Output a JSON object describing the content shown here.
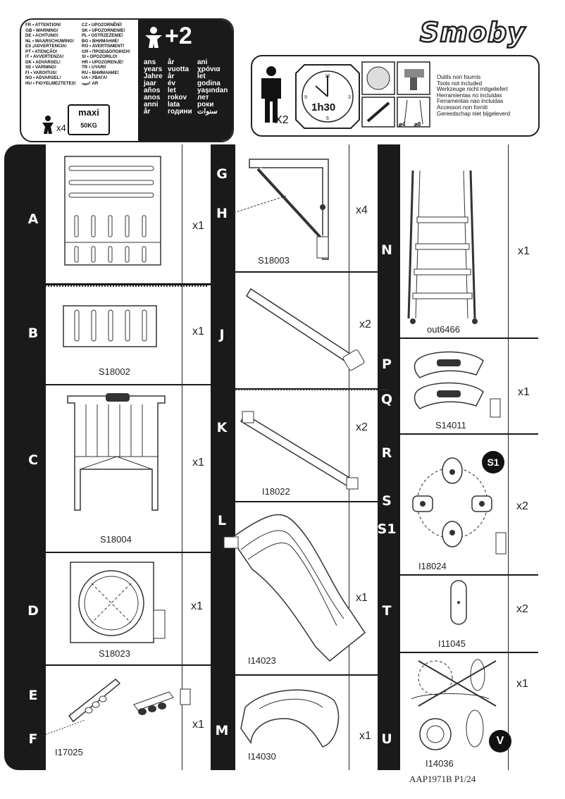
{
  "warnings_left": [
    "FR • ATTENTION!",
    "GB • WARNING!",
    "DE • ACHTUNG!",
    "NL • WAARSCHUWING!",
    "ES ¡ADVERTENCIA!",
    "PT • ATENÇÃO!",
    "IT • AVVERTENZA!",
    "DK • ADVARSEL!",
    "SE • VARNING!",
    "FI • VAROITUS!",
    "NO • ADVARSEL!",
    "HU • FIGYELMEZTETES!"
  ],
  "warnings_right": [
    "CZ • UPOZORNĚNÍ!",
    "SK • UPOZORNENIE!",
    "PL • OSTRZEŻENIE!",
    "BG • ВНИМАНИЕ!",
    "RO • AVERTISMENT!",
    "GR • ΠΡΟΕΙΔΟΠΟΙΗΣΗ!",
    "SI • OPOZORILO!",
    "HR • UPOZORENJE!",
    "TR • UYARI!",
    "RU • ВНИМАНИЕ!",
    "UA • УВАГА!",
    "تنبيه! AR"
  ],
  "age": {
    "label": "+2",
    "col1": [
      "ans",
      "years",
      "Jahre",
      "jaar",
      "años",
      "anos",
      "anni",
      "år"
    ],
    "col2": [
      "år",
      "vuotta",
      "år",
      "év",
      "let",
      "rokov",
      "lata",
      "години"
    ],
    "col3": [
      "ani",
      "χρόνια",
      "let",
      "godina",
      "yaşından",
      "лет",
      "роки",
      "سنوات"
    ]
  },
  "capacity": {
    "children": "x4",
    "maxi": "maxi",
    "weight": "50KG"
  },
  "adults": "X2",
  "time": "1h30",
  "drill_sizes": [
    "⌀4",
    "⌀8"
  ],
  "tools_text": [
    "Outils non  fournis",
    "Tools not included",
    "Werkzeuge nicht mitgeliefert",
    "Herramientas no incluidas",
    "Ferramentas nao incluidas",
    "Accessori non forniti",
    "Gereedschap niet bijgeleverd"
  ],
  "brand": "Smoby",
  "parts": [
    {
      "letters": [
        "A"
      ],
      "qty": "x1",
      "code": ""
    },
    {
      "letters": [
        "B"
      ],
      "qty": "x1",
      "code": "S18002"
    },
    {
      "letters": [
        "C"
      ],
      "qty": "x1",
      "code": "S18004"
    },
    {
      "letters": [
        "D"
      ],
      "qty": "x1",
      "code": "S18023"
    },
    {
      "letters": [
        "E",
        "F"
      ],
      "qty": "x1",
      "code": "I17025"
    },
    {
      "letters": [
        "G",
        "H"
      ],
      "qty": "x4",
      "code": "S18003"
    },
    {
      "letters": [
        "J"
      ],
      "qty": "x2",
      "code": ""
    },
    {
      "letters": [
        "K"
      ],
      "qty": "x2",
      "code": "I18022"
    },
    {
      "letters": [
        "L"
      ],
      "qty": "x1",
      "code": "I14023"
    },
    {
      "letters": [
        "M"
      ],
      "qty": "x1",
      "code": "I14030"
    },
    {
      "letters": [
        "N"
      ],
      "qty": "x1",
      "code": "out6466"
    },
    {
      "letters": [
        "P",
        "Q"
      ],
      "qty": "x1",
      "code": "S14011"
    },
    {
      "letters": [
        "R",
        "S",
        "S1"
      ],
      "qty": "x2",
      "code": "I18024"
    },
    {
      "letters": [
        "T"
      ],
      "qty": "x2",
      "code": "I11045"
    },
    {
      "letters": [
        "U"
      ],
      "qty": "x1",
      "code": "I14036"
    }
  ],
  "badges": {
    "s1": "S1",
    "v": "V"
  },
  "footer": "AAP1971B  P1/24"
}
